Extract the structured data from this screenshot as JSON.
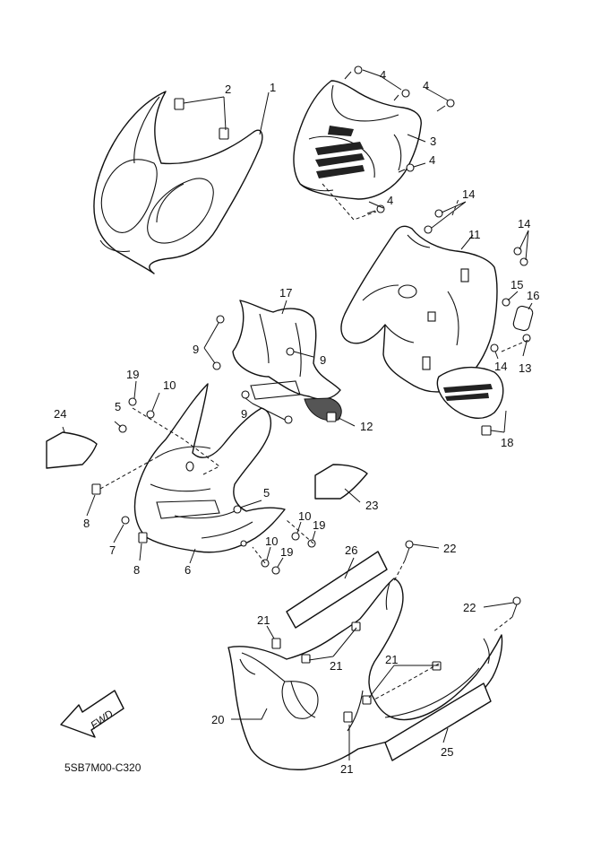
{
  "diagram": {
    "code": "5SB7M00-C320",
    "fwd_label": "FWD",
    "callouts": {
      "c1": "1",
      "c2": "2",
      "c3": "3",
      "c4a": "4",
      "c4b": "4",
      "c4c": "4",
      "c4d": "4",
      "c5a": "5",
      "c5b": "5",
      "c6": "6",
      "c7": "7",
      "c8a": "8",
      "c8b": "8",
      "c9a": "9",
      "c9b": "9",
      "c9c": "9",
      "c10a": "10",
      "c10b": "10",
      "c10c": "10",
      "c11": "11",
      "c12": "12",
      "c13": "13",
      "c14a": "14",
      "c14b": "14",
      "c14c": "14",
      "c15": "15",
      "c16": "16",
      "c17": "17",
      "c18": "18",
      "c19a": "19",
      "c19b": "19",
      "c19c": "19",
      "c20": "20",
      "c21a": "21",
      "c21b": "21",
      "c21c": "21",
      "c21d": "21",
      "c22a": "22",
      "c22b": "22",
      "c23": "23",
      "c24": "24",
      "c25": "25",
      "c26": "26"
    }
  }
}
